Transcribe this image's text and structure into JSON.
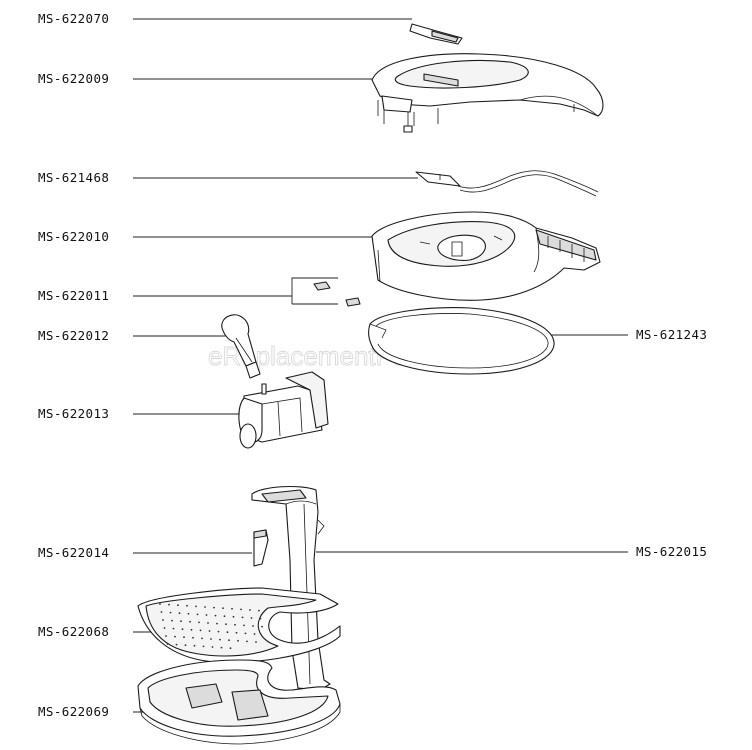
{
  "labels": {
    "l01": "MS-622070",
    "l02": "MS-622009",
    "l03": "MS-621468",
    "l04": "MS-622010",
    "l05": "MS-622011",
    "l06": "MS-622012",
    "l07": "MS-622013",
    "l08": "MS-622014",
    "l09": "MS-622068",
    "l10": "MS-622069",
    "r01": "MS-621243",
    "r02": "MS-622015"
  },
  "watermark": "eReplacementParts.com"
}
